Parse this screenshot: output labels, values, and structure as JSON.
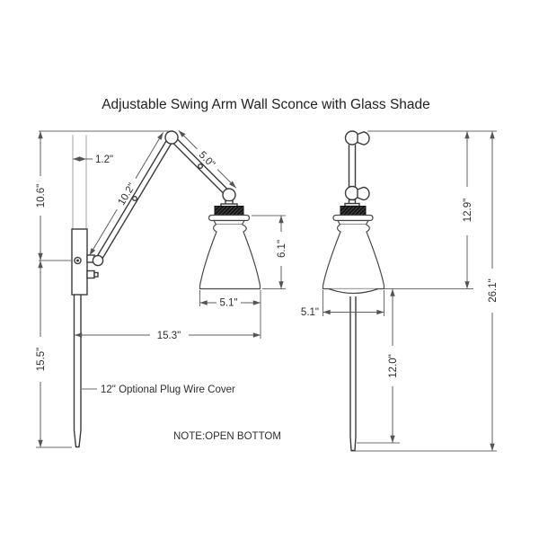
{
  "title": "Adjustable Swing Arm Wall Sconce with Glass Shade",
  "note": "NOTE:OPEN BOTTOM",
  "side_view": {
    "plate_width": "1.2\"",
    "top_to_arm_pivot": "10.6\"",
    "upper_arm_length": "10.2\"",
    "fore_arm_length": "5.0\"",
    "shade_height": "6.1\"",
    "shade_diameter": "5.1\"",
    "wall_extension": "15.3\"",
    "pivot_to_bottom": "15.5\"",
    "wire_cover_label": "12\" Optional Plug Wire Cover"
  },
  "front_view": {
    "top_to_shade_bottom": "12.9\"",
    "overall_height": "26.1\"",
    "shade_diameter": "5.1\"",
    "wire_cover_exposed": "12.0\""
  }
}
